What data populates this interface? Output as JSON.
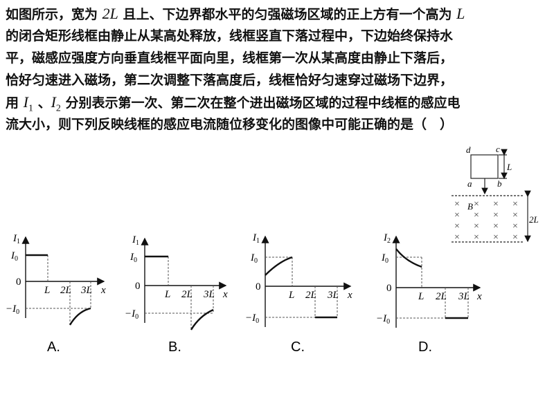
{
  "question": {
    "lines": [
      [
        {
          "t": "如图所示，宽为 "
        },
        {
          "t": "2L",
          "m": 1
        },
        {
          "t": " 且上、下边界都水平的匀强磁场区域的正上方有一个高为 "
        },
        {
          "t": "L",
          "m": 1
        }
      ],
      [
        {
          "t": "的闭合矩形线框由静止从某高处释放，线框竖直下落过程中，下边始终保持水"
        }
      ],
      [
        {
          "t": "平，磁感应强度方向垂直线框平面向里，线框第一次从某高度由静止下落后，"
        }
      ],
      [
        {
          "t": "恰好匀速进入磁场，第二次调整下落高度后，线框恰好匀速穿过磁场下边界，"
        }
      ],
      [
        {
          "t": "用 "
        },
        {
          "t": "I",
          "m": 1,
          "s": "1"
        },
        {
          "t": " 、"
        },
        {
          "t": "I",
          "m": 1,
          "s": "2"
        },
        {
          "t": " 分别表示第一次、第二次在整个进出磁场区域的过程中线框的感应电"
        }
      ],
      [
        {
          "t": "流大小，则下列反映线框的感应电流随位移变化的图像中可能正确的是（　）"
        }
      ]
    ]
  },
  "diagram": {
    "corners": {
      "a": "a",
      "b": "b",
      "c": "c",
      "d": "d"
    },
    "height_label": "L",
    "field_label": "B",
    "field_width_label": "2L",
    "field_mark": "×"
  },
  "graphs": [
    {
      "option": "A.",
      "ylabel": "I",
      "ysub": "1",
      "i0": "I",
      "i0sub": "0",
      "neg": "−I",
      "negsub": "0",
      "zero": "0",
      "ticks": [
        "L",
        "2L",
        "3L"
      ],
      "xlabel": "x"
    },
    {
      "option": "B.",
      "ylabel": "I",
      "ysub": "1",
      "i0": "I",
      "i0sub": "0",
      "neg": "−I",
      "negsub": "0",
      "zero": "0",
      "ticks": [
        "L",
        "2L",
        "3L"
      ],
      "xlabel": "x"
    },
    {
      "option": "C.",
      "ylabel": "I",
      "ysub": "1",
      "i0": "I",
      "i0sub": "0",
      "neg": "−I",
      "negsub": "0",
      "zero": "0",
      "ticks": [
        "L",
        "2L",
        "3L"
      ],
      "xlabel": "x"
    },
    {
      "option": "D.",
      "ylabel": "I",
      "ysub": "2",
      "i0": "I",
      "i0sub": "0",
      "neg": "−I",
      "negsub": "0",
      "zero": "0",
      "ticks": [
        "L",
        "2L",
        "3L"
      ],
      "xlabel": "x"
    }
  ]
}
